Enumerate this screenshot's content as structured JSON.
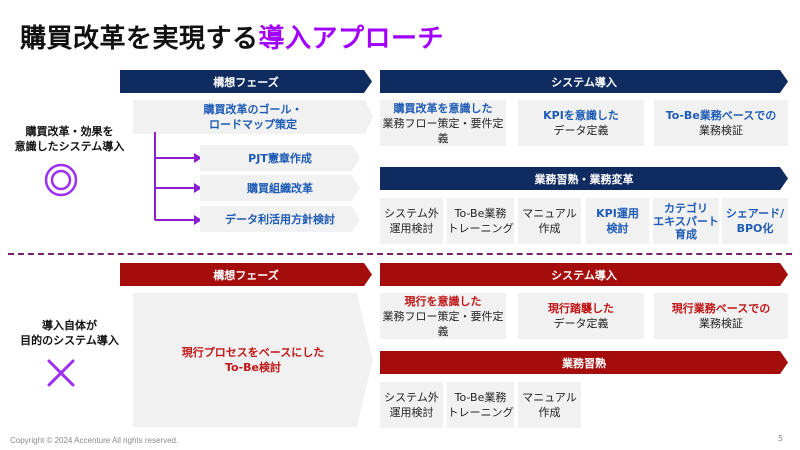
{
  "title": {
    "main": "購買改革を実現する",
    "accent": "導入アプローチ"
  },
  "top": {
    "side_label_1": "購買改革・効果を",
    "side_label_2": "意識したシステム導入",
    "symbol": "double-circle",
    "banner_left": "構想フェーズ",
    "banner_right": "システム導入",
    "roadmap_1": "購買改革のゴール・",
    "roadmap_2": "ロードマップ策定",
    "sub_items": [
      "PJT憲章作成",
      "購買組織改革",
      "データ利活用方針検討"
    ],
    "system_boxes": [
      {
        "line1": "購買改革を意識した",
        "line2": "業務フロー策定・要件定義"
      },
      {
        "line1": "KPIを意識した",
        "line2": "データ定義"
      },
      {
        "line1": "To-Be業務ベースでの",
        "line2": "業務検証"
      }
    ],
    "banner_mid": "業務習熟・業務変革",
    "small_boxes": [
      {
        "line1": "システム外",
        "line2": "運用検討",
        "line3": ""
      },
      {
        "line1": "To-Be業務",
        "line2": "トレーニング",
        "line3": ""
      },
      {
        "line1": "マニュアル",
        "line2": "作成",
        "line3": ""
      },
      {
        "line1": "KPI運用",
        "line2": "検討",
        "line3": ""
      },
      {
        "line1": "カテゴリ",
        "line2": "エキスパート",
        "line3": "育成"
      },
      {
        "line1": "シェアード/",
        "line2": "BPO化",
        "line3": ""
      }
    ]
  },
  "bottom": {
    "side_label_1": "導入自体が",
    "side_label_2": "目的のシステム導入",
    "symbol": "cross",
    "banner_left": "構想フェーズ",
    "banner_right": "システム導入",
    "concept_1": "現行プロセスをベースにした",
    "concept_2": "To-Be検討",
    "system_boxes": [
      {
        "line1": "現行を意識した",
        "line2": "業務フロー策定・要件定義"
      },
      {
        "line1": "現行踏襲した",
        "line2": "データ定義"
      },
      {
        "line1": "現行業務ベースでの",
        "line2": "業務検証"
      }
    ],
    "banner_mid": "業務習熟",
    "small_boxes": [
      {
        "line1": "システム外",
        "line2": "運用検討"
      },
      {
        "line1": "To-Be業務",
        "line2": "トレーニング"
      },
      {
        "line1": "マニュアル",
        "line2": "作成"
      }
    ]
  },
  "footer": {
    "copyright": "Copyright © 2024 Accenture  All rights reserved.",
    "page": "5"
  },
  "colors": {
    "accent": "#a100ff",
    "navy": "#0f2b60",
    "crimson": "#a50d0d",
    "blue_text": "#1e5bb5",
    "red_text": "#c01515",
    "connector": "#8b1fd0"
  }
}
